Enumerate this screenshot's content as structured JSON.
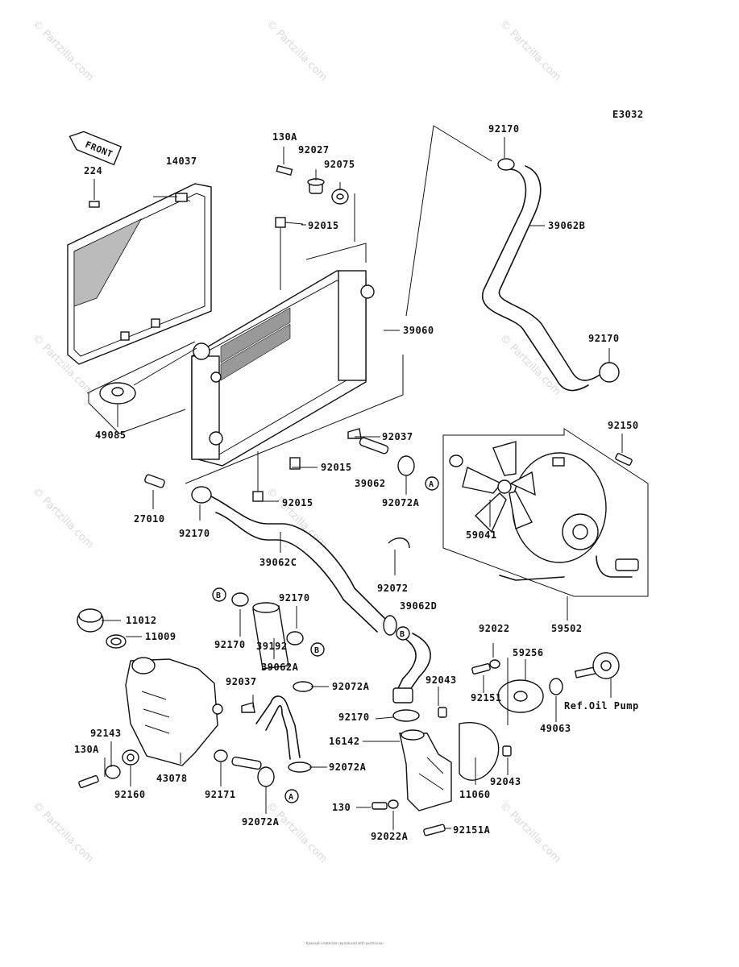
{
  "diagram": {
    "code": "E3032",
    "front_label": "FRONT",
    "ref_labels": [
      "A",
      "B"
    ],
    "callouts": [
      "130A",
      "92027",
      "92075",
      "92015",
      "14037",
      "224",
      "49085",
      "39060",
      "92170",
      "39062B",
      "92150",
      "92037",
      "39062",
      "92072A",
      "27010",
      "59041",
      "59502",
      "39062C",
      "92072",
      "39062D",
      "11012",
      "11009",
      "39192",
      "39062A",
      "92143",
      "130A",
      "43078",
      "92160",
      "92171",
      "92022",
      "59256",
      "92151",
      "92043",
      "16142",
      "11060",
      "49063",
      "Ref.Oil Pump",
      "130",
      "92022A",
      "92151A"
    ],
    "watermark": "© Partzilla.com",
    "copyright": "Kawasaki materials reproduced with permission"
  }
}
